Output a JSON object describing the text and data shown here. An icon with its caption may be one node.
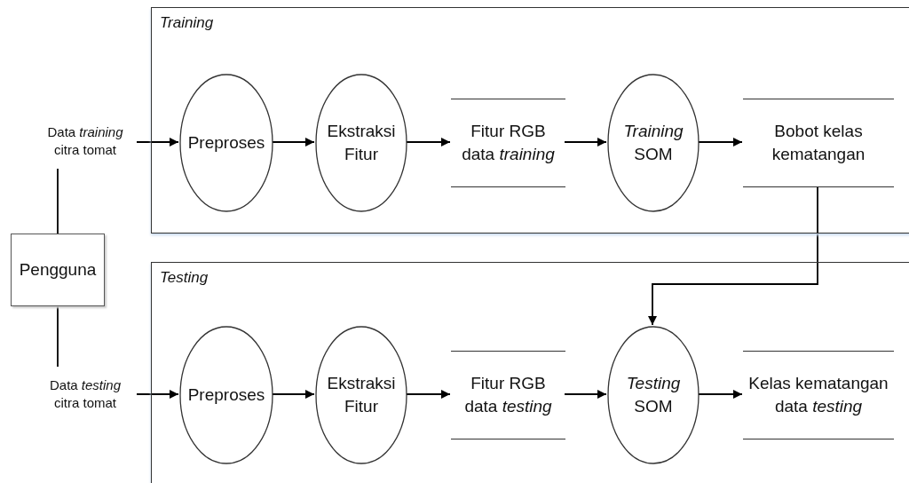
{
  "diagram": {
    "nodes": [
      {
        "text": [
          "Training"
        ]
      },
      {
        "text": [
          "Preproses"
        ],
        "in": 0
      },
      {
        "text": [
          "Ekstraksi Fitur"
        ],
        "in": 0
      },
      {
        "text": [
          "Fitur RGB data *training*"
        ],
        "in": 0
      },
      {
        "text": [
          "*Training* SOM"
        ],
        "in": 0
      },
      {
        "text": [
          "Bobot kelas kematangan"
        ],
        "in": 0
      },
      {
        "text": [
          "Testing"
        ]
      },
      {
        "text": [
          "Preproses"
        ],
        "in": 6
      },
      {
        "text": [
          "Ekstraksi Fitur"
        ],
        "in": 6
      },
      {
        "text": [
          "Fitur RGB data *testing*"
        ],
        "in": 6
      },
      {
        "text": [
          "*Testing* SOM"
        ],
        "in": 6
      },
      {
        "text": [
          "Kelas kematangan data *testing*"
        ],
        "in": 6
      },
      {
        "text": [
          "Pengguna"
        ]
      },
      {
        "text": [
          "Data *training* citra tomat"
        ]
      },
      {
        "text": [
          "Data *testing* citra tomat"
        ]
      }
    ],
    "edges": [
      {
        "from": 12,
        "to": 13,
        "arrow": "none"
      },
      {
        "from": 13,
        "to": 1,
        "arrow": "to"
      },
      {
        "from": 1,
        "to": 2,
        "arrow": "to"
      },
      {
        "from": 2,
        "to": 3,
        "arrow": "to"
      },
      {
        "from": 3,
        "to": 4,
        "arrow": "to"
      },
      {
        "from": 4,
        "to": 5,
        "arrow": "to"
      },
      {
        "from": 5,
        "to": 10,
        "arrow": "to"
      },
      {
        "from": 12,
        "to": 14,
        "arrow": "none"
      },
      {
        "from": 14,
        "to": 7,
        "arrow": "to"
      },
      {
        "from": 7,
        "to": 8,
        "arrow": "to"
      },
      {
        "from": 8,
        "to": 9,
        "arrow": "to"
      },
      {
        "from": 9,
        "to": 10,
        "arrow": "to"
      },
      {
        "from": 10,
        "to": 11,
        "arrow": "to"
      }
    ]
  }
}
